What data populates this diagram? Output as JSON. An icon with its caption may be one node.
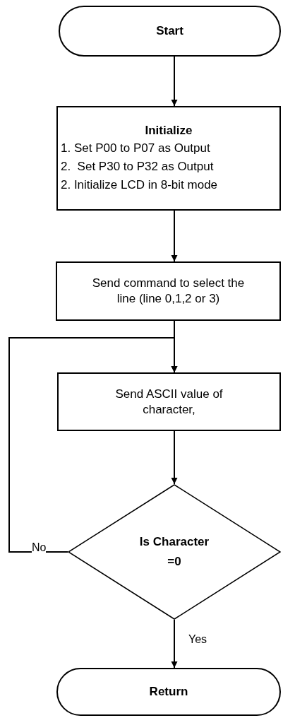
{
  "diagram": {
    "nodes": [
      {
        "text": [
          "Start"
        ]
      },
      {
        "text": [
          "Initialize",
          "1. Set P00 to P07 as Output",
          "2.  Set P30 to P32 as Output",
          "2. Initialize LCD in 8-bit mode"
        ]
      },
      {
        "text": [
          "Send command to select the line (line 0,1,2 or 3)"
        ]
      },
      {
        "text": [
          "Send ASCII value of character,"
        ]
      },
      {
        "text": [
          "Is Character =0"
        ]
      },
      {
        "text": [
          "Return"
        ]
      }
    ],
    "edges": [
      {
        "from": 0,
        "to": 1,
        "arrow": "to"
      },
      {
        "from": 1,
        "to": 2,
        "arrow": "to"
      },
      {
        "from": 2,
        "to": 3,
        "arrow": "to"
      },
      {
        "from": 3,
        "to": 4,
        "arrow": "to"
      },
      {
        "from": 4,
        "to": 3,
        "arrow": "to",
        "label": "No"
      },
      {
        "from": 4,
        "to": 5,
        "arrow": "to",
        "label": "Yes"
      }
    ]
  }
}
